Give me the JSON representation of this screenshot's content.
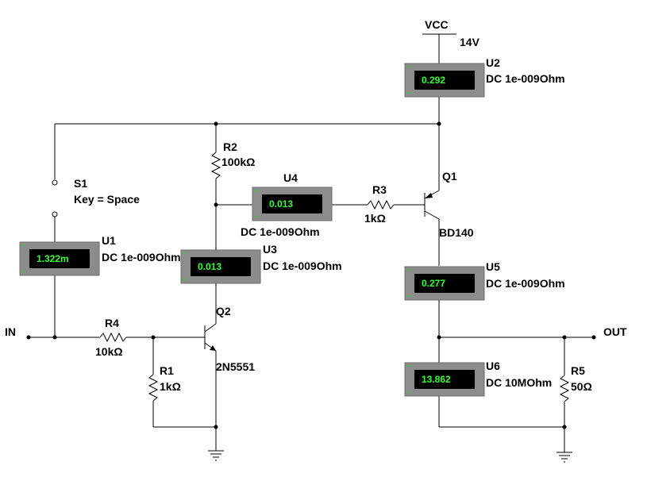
{
  "supply": {
    "label": "VCC",
    "voltage": "14V"
  },
  "ports": {
    "in": "IN",
    "out": "OUT"
  },
  "switch": {
    "ref": "S1",
    "key": "Key = Space"
  },
  "resistors": {
    "r1": {
      "ref": "R1",
      "value": "1kΩ"
    },
    "r2": {
      "ref": "R2",
      "value": "100kΩ"
    },
    "r3": {
      "ref": "R3",
      "value": "1kΩ"
    },
    "r4": {
      "ref": "R4",
      "value": "10kΩ"
    },
    "r5": {
      "ref": "R5",
      "value": "50Ω"
    }
  },
  "transistors": {
    "q1": {
      "ref": "Q1",
      "model": "BD140"
    },
    "q2": {
      "ref": "Q2",
      "model": "2N5551"
    }
  },
  "meters": {
    "u1": {
      "ref": "U1",
      "reading": "1.322m",
      "mode": "DC  1e-009Ohm"
    },
    "u2": {
      "ref": "U2",
      "reading": "0.292",
      "mode": "DC  1e-009Ohm"
    },
    "u3": {
      "ref": "U3",
      "reading": "0.013",
      "mode": "DC  1e-009Ohm"
    },
    "u4": {
      "ref": "U4",
      "reading": "0.013",
      "mode": "DC  1e-009Ohm"
    },
    "u5": {
      "ref": "U5",
      "reading": "0.277",
      "mode": "DC  1e-009Ohm"
    },
    "u6": {
      "ref": "U6",
      "reading": "13.862",
      "mode": "DC  10MOhm"
    }
  }
}
